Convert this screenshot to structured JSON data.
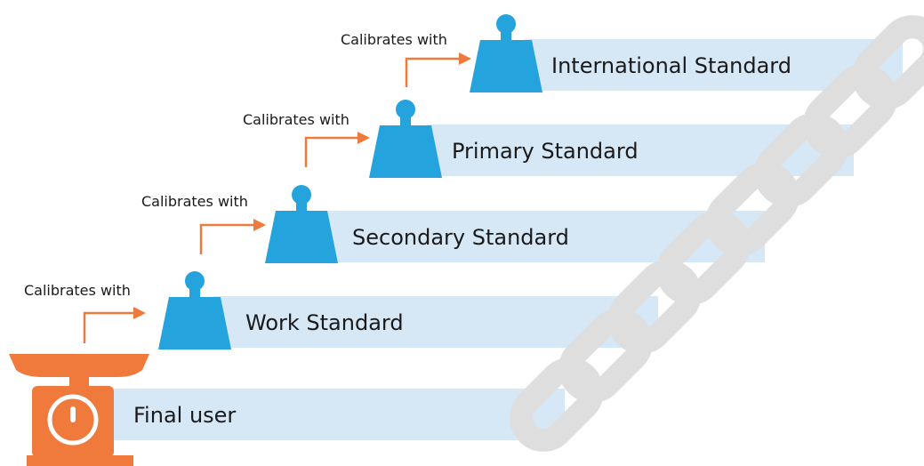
{
  "colors": {
    "bar": "#d6e8f6",
    "weight": "#25a3dd",
    "arrow": "#ef7a3c",
    "scale": "#ef7a3c",
    "chain": "#dedede"
  },
  "levels": {
    "international": "International Standard",
    "primary": "Primary Standard",
    "secondary": "Secondary Standard",
    "work": "Work Standard",
    "final": "Final user"
  },
  "calibrates": {
    "international": "Calibrates with",
    "primary": "Calibrates with",
    "secondary": "Calibrates with",
    "work": "Calibrates with"
  },
  "icons": {
    "weight": "weight-icon",
    "scale": "kitchen-scale-icon",
    "chain": "chain-icon"
  }
}
